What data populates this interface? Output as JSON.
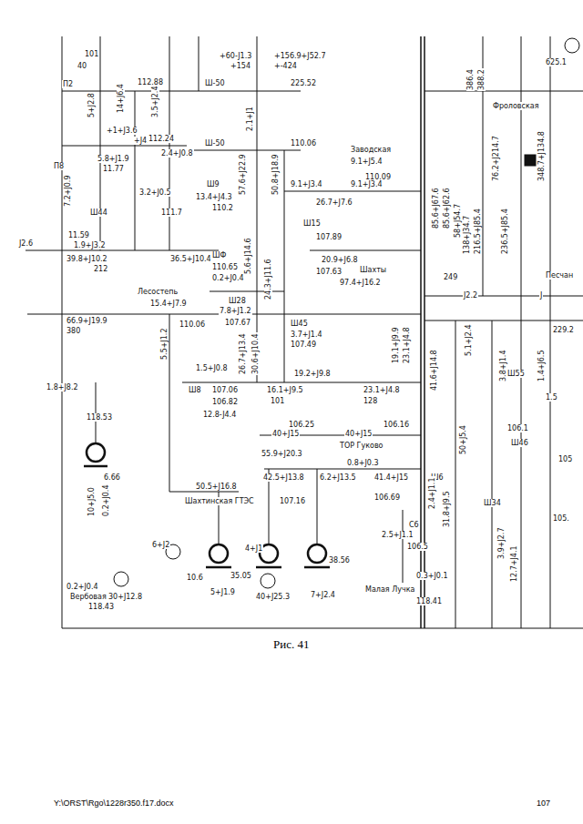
{
  "diagram": {
    "caption": "Рис. 41",
    "labels": [
      "101",
      "40",
      "П2",
      "5+J2.8",
      "14+J6.4",
      "112.88",
      "3.5+J2.4",
      "+1+J3.6",
      "+J4.5",
      "112.24",
      "П8",
      "5.8+J1.9",
      "11.77",
      "2.4+J0.8",
      "7.2+J0.9",
      "3.2+J0.5",
      "Ш44",
      "111.7",
      "11.59",
      "J2.6",
      "1.9+J3.2",
      "39.8+J10.2",
      "212",
      "36.5+J10.4",
      "Лесостепь",
      "15.4+J7.9",
      "66.9+J19.9",
      "380",
      "110.06",
      "5.5+J1.2",
      "1.8+J8.2",
      "118.53",
      "6.66",
      "10+J5.0",
      "0.2+J0.4",
      "50.5+J16.8",
      "Шахтинская ГТЭС",
      "6+J2",
      "10.6",
      "35.05",
      "5+J1.9",
      "4+J1",
      "40+J25.3",
      "38.56",
      "7+J2.4",
      "0.2+J0.4",
      "Вербовая",
      "30+J12.8",
      "118.43",
      "+60-J1.3",
      "+154",
      "+156.9+J52.7",
      "+-424",
      "Ш-50",
      "225.52",
      "Ш-50",
      "110.06",
      "2.1+J1",
      "57.6+J22.9",
      "50.8+J18.9",
      "5.6+J14.6",
      "24.3+J11.6",
      "Заводская",
      "9.1+J5.4",
      "110.09",
      "9.1+J3.4",
      "9.1+J3.4",
      "26.7+J7.6",
      "Ш15",
      "107.89",
      "20.9+J6.8",
      "107.63",
      "Шахты",
      "97.4+J16.2",
      "13.4+J4.3",
      "Ш9",
      "110.2",
      "ШФ",
      "110.65",
      "0.2+J0.4",
      "Ш28",
      "7.8+J1.2",
      "107.67",
      "26.7+J13.4",
      "30.6+J10.4",
      "Ш45",
      "3.7+J1.4",
      "107.49",
      "1.5+J0.8",
      "Ш8",
      "107.06",
      "106.82",
      "12.8-J4.4",
      "19.2+J9.8",
      "16.1+J9.5",
      "101",
      "23.1+J4.8",
      "128",
      "106.25",
      "106.16",
      "40+J15",
      "40+J15",
      "ТОР Гуково",
      "55.9+J20.3",
      "0.8+J0.3",
      "42.5+J13.8",
      "6.2+J13.5",
      "41.4+J15",
      "107.16",
      "106.69",
      "Ш6",
      "С6",
      "2.5+J1.1",
      "106.5",
      "0.3+J0.1",
      "Малая Лучка",
      "118.41",
      "85.6+J67.6",
      "85.6+J62.6",
      "58+J54.7",
      "19.1+J9.9",
      "23.1+J4.8",
      "41.6+J14.8",
      "5.1+J2.4",
      "50+J5.4",
      "31.8+J9.5",
      "2.4+J1.1",
      "386.4",
      "388.2",
      "625.1",
      "Фроловская",
      "76.2+J214.7",
      "348.7+J134.8",
      "138+J34.7",
      "216.5+J85.4",
      "236.5+J85.4",
      "249",
      "Песчан",
      "J2.2",
      "J",
      "229.2",
      "Ш55",
      "106.1",
      "1.5",
      "Ш46",
      "105",
      "Ш34",
      "105.",
      "3.8+J1.4",
      "1.4+J6.5",
      "3.9+J2.7",
      "12.7+J4.1",
      "Y:\\ORST\\Rgo\\1228r350.f17.docx",
      "107"
    ]
  }
}
